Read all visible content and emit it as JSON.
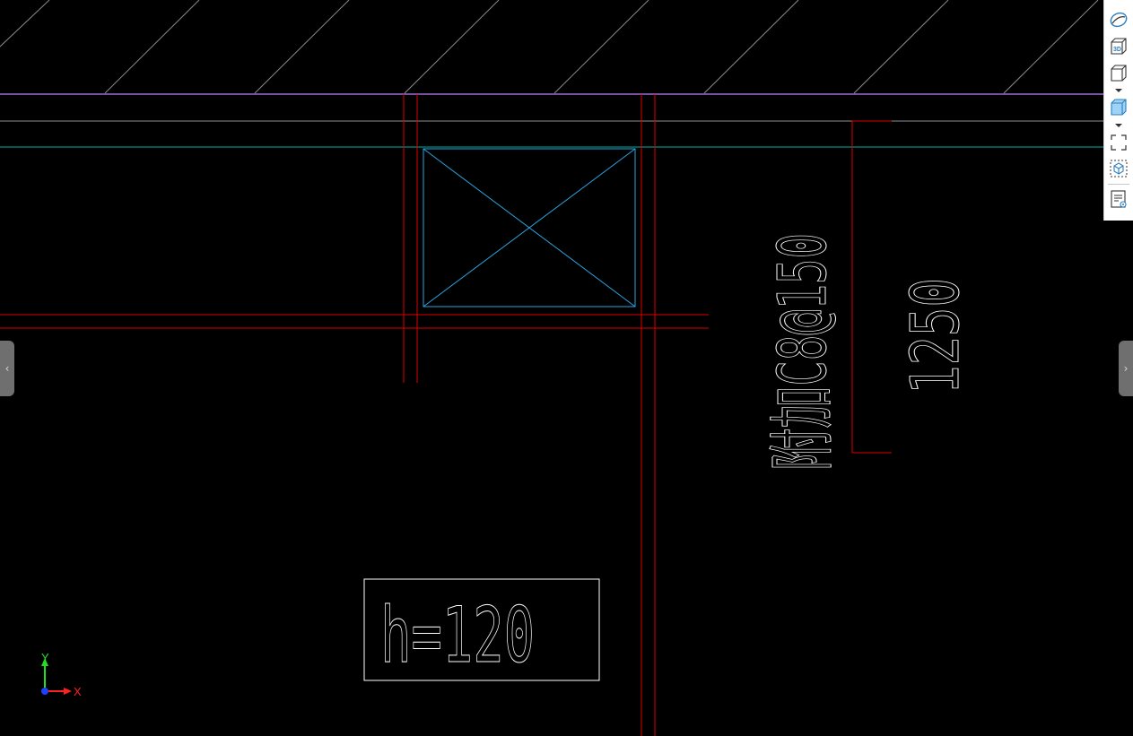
{
  "drawing": {
    "note_rebar": "附加C8@150",
    "dimension_value": "1250",
    "slab_thickness_label": "h=120",
    "colors": {
      "background": "#000000",
      "hatch": "#8a8a8a",
      "magenta_line": "#c080ff",
      "gray_line": "#909090",
      "cyan_line": "#00b0a0",
      "red_line": "#e00000",
      "opening_box": "#2aa3e0",
      "text": "#ffffff"
    }
  },
  "toolbar": {
    "items": [
      {
        "name": "orbit-icon",
        "has_dropdown": false
      },
      {
        "name": "3d-view-icon",
        "label": "3D",
        "has_dropdown": false
      },
      {
        "name": "wireframe-cube-icon",
        "has_dropdown": true
      },
      {
        "name": "shaded-cube-icon",
        "has_dropdown": true
      },
      {
        "name": "fullscreen-icon",
        "has_dropdown": false
      },
      {
        "name": "view-cube-icon",
        "has_dropdown": false
      },
      {
        "name": "properties-icon",
        "has_dropdown": false
      }
    ]
  },
  "panels": {
    "left_tab_glyph": "‹",
    "right_tab_glyph": "›"
  },
  "axis": {
    "x_label": "X",
    "y_label": "Y",
    "x_color": "#ff2020",
    "y_color": "#20e020",
    "origin_color": "#2040ff"
  }
}
